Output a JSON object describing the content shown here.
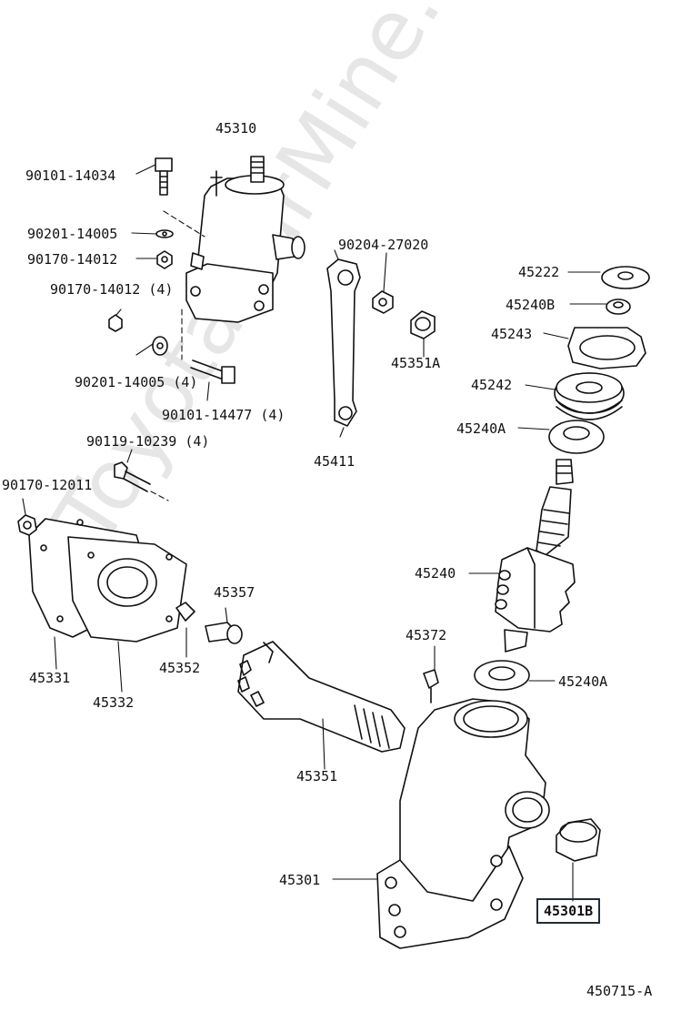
{
  "watermark": "ToyotaCarMine.ru",
  "figure_code": "450715-A",
  "highlight_color": "#1f2d3a",
  "labels": {
    "p45310": "45310",
    "p90101_14034": "90101-14034",
    "p90201_14005": "90201-14005",
    "p90170_14012": "90170-14012",
    "p90170_14012_4": "90170-14012 (4)",
    "p90201_14005_4": "90201-14005 (4)",
    "p90101_14477_4": "90101-14477 (4)",
    "p90204_27020": "90204-27020",
    "p45351A": "45351A",
    "p45411": "45411",
    "p45222": "45222",
    "p45240B": "45240B",
    "p45243": "45243",
    "p45242": "45242",
    "p45240A_top": "45240A",
    "p45240": "45240",
    "p45240A_bottom": "45240A",
    "p90119_10239_4": "90119-10239 (4)",
    "p90170_12011": "90170-12011",
    "p45357": "45357",
    "p45331": "45331",
    "p45332": "45332",
    "p45352": "45352",
    "p45372": "45372",
    "p45351": "45351",
    "p45301": "45301",
    "p45301B": "45301B"
  }
}
